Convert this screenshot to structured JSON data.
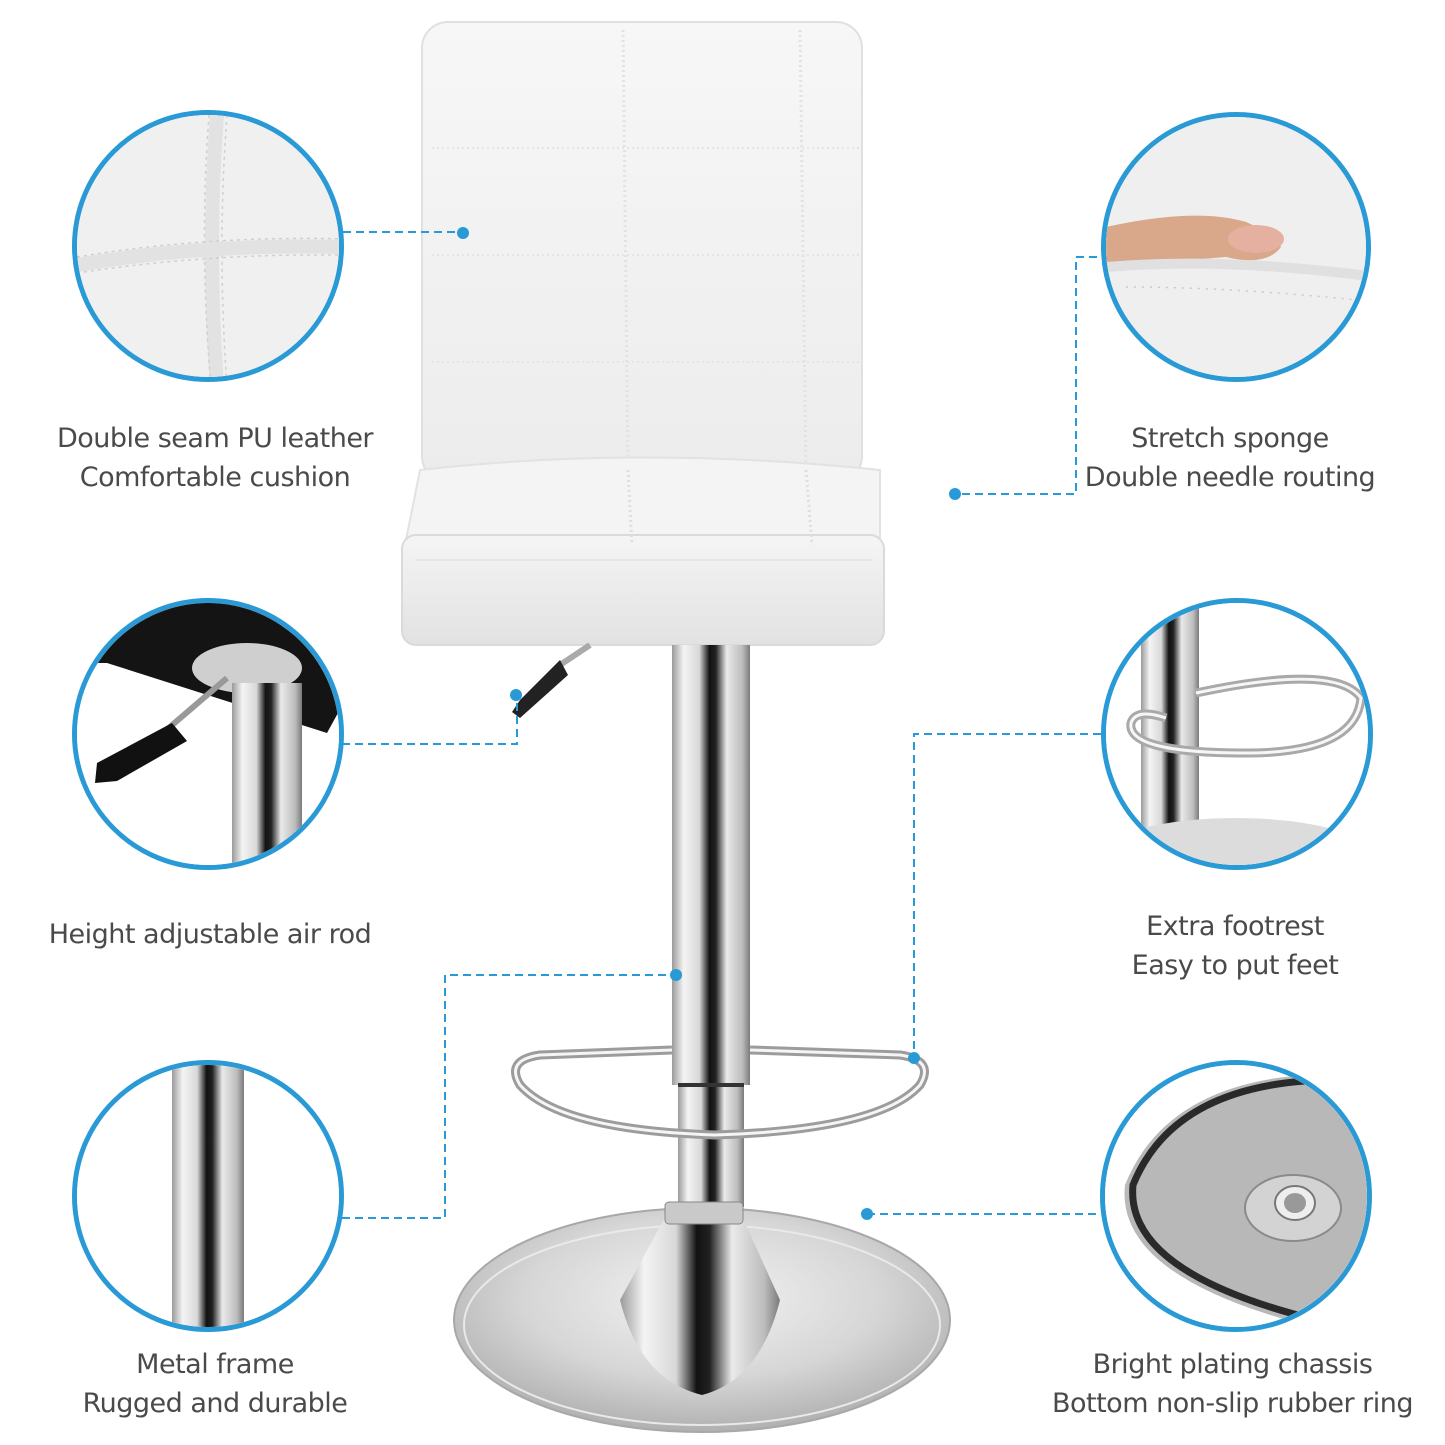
{
  "image": {
    "subject": "White PU leather adjustable bar stool with chrome base",
    "accent_color": "#2a9ad6",
    "text_color": "#4a4a4a"
  },
  "features": [
    {
      "id": "leather",
      "line1": "Double seam PU leather",
      "line2": "Comfortable cushion",
      "icon": "stitched-leather-closeup"
    },
    {
      "id": "sponge",
      "line1": "Stretch sponge",
      "line2": "Double needle routing",
      "icon": "finger-pressing-cushion"
    },
    {
      "id": "air-rod",
      "line1": "Height adjustable air rod",
      "line2": "",
      "icon": "gas-lift-lever"
    },
    {
      "id": "footrest",
      "line1": "Extra footrest",
      "line2": "Easy to put feet",
      "icon": "chrome-footrest-ring"
    },
    {
      "id": "frame",
      "line1": "Metal frame",
      "line2": "Rugged and durable",
      "icon": "chrome-tube"
    },
    {
      "id": "chassis",
      "line1": "Bright plating chassis",
      "line2": "Bottom non-slip rubber ring",
      "icon": "base-underside-rubber-ring"
    }
  ]
}
